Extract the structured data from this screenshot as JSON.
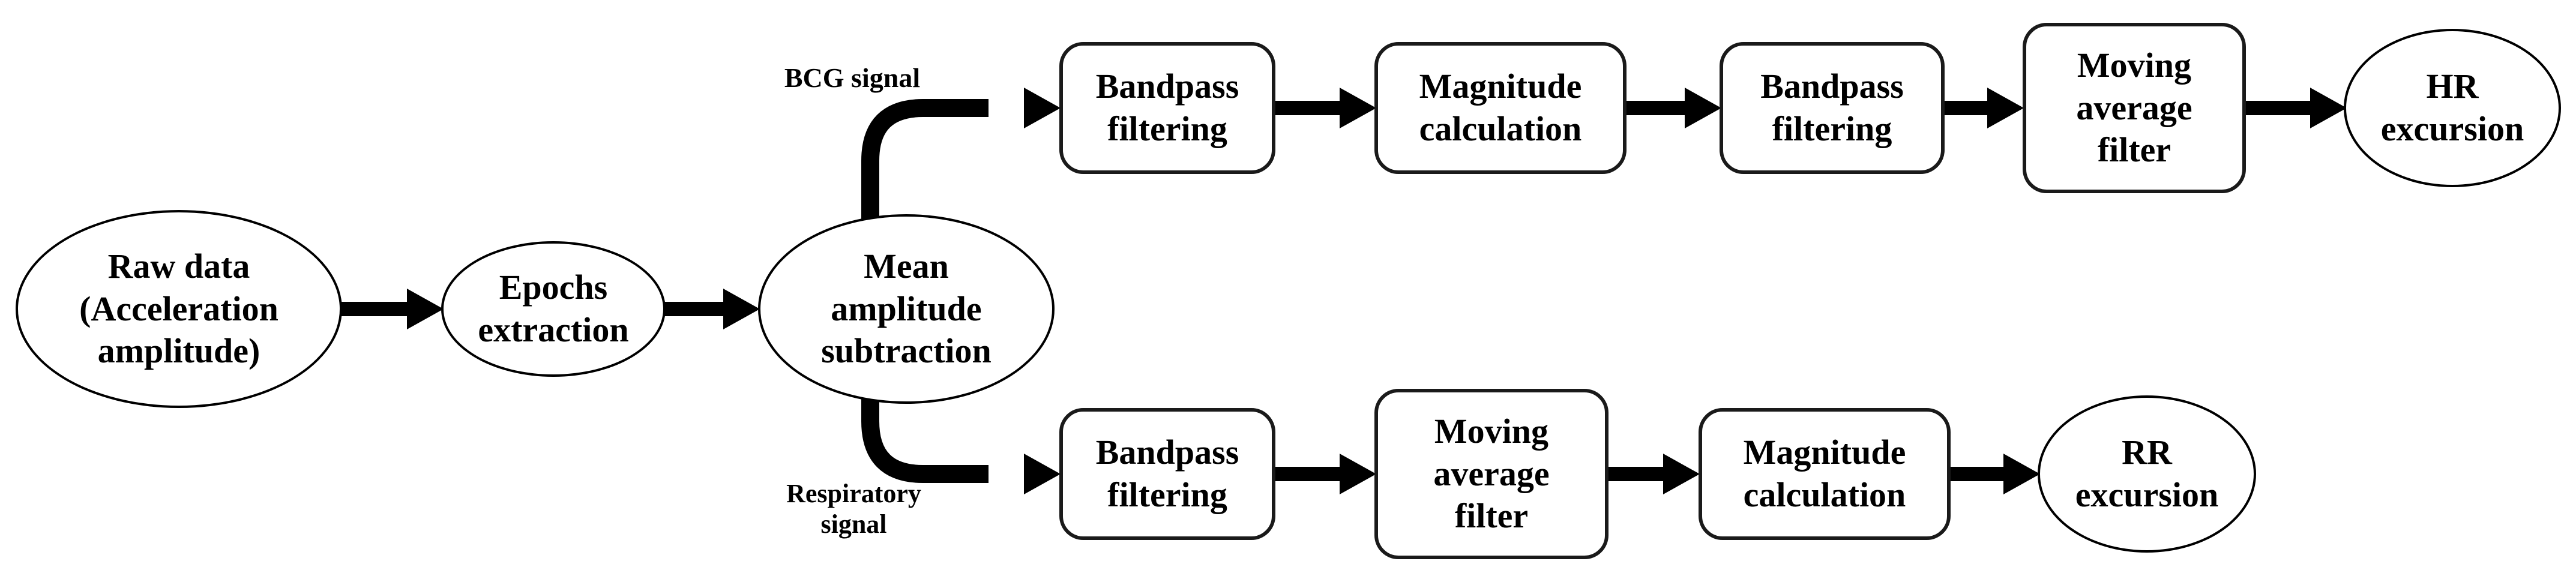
{
  "diagram": {
    "background_color": "#ffffff",
    "stroke_color": "#000000",
    "text_color": "#000000"
  },
  "nodes": {
    "raw_data": {
      "label": "Raw data\n(Acceleration\namplitude)",
      "shape": "ellipse"
    },
    "epochs_extraction": {
      "label": "Epochs\nextraction",
      "shape": "ellipse"
    },
    "mean_amplitude_subtraction": {
      "label": "Mean\namplitude\nsubtraction",
      "shape": "ellipse"
    },
    "bcg_bandpass_filtering": {
      "label": "Bandpass\nfiltering",
      "shape": "rounded-rect"
    },
    "bcg_magnitude_calculation": {
      "label": "Magnitude\ncalculation",
      "shape": "rounded-rect"
    },
    "bcg_bandpass_filtering_2": {
      "label": "Bandpass\nfiltering",
      "shape": "rounded-rect"
    },
    "bcg_moving_average_filter": {
      "label": "Moving\naverage\nfilter",
      "shape": "rounded-rect"
    },
    "hr_excursion": {
      "label": "HR\nexcursion",
      "shape": "ellipse"
    },
    "resp_bandpass_filtering": {
      "label": "Bandpass\nfiltering",
      "shape": "rounded-rect"
    },
    "resp_moving_average_filter": {
      "label": "Moving\naverage\nfilter",
      "shape": "rounded-rect"
    },
    "resp_magnitude_calculation": {
      "label": "Magnitude\ncalculation",
      "shape": "rounded-rect"
    },
    "rr_excursion": {
      "label": "RR\nexcursion",
      "shape": "ellipse"
    }
  },
  "branch_labels": {
    "bcg_signal": "BCG signal",
    "respiratory_signal": "Respiratory\nsignal"
  }
}
